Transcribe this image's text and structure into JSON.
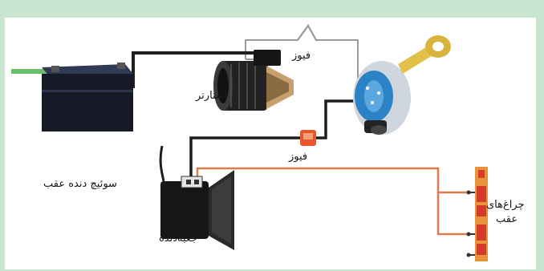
{
  "labels": {
    "fuse_top": "فیوز",
    "starter": "استارتر",
    "fuse_mid": "فیوز",
    "reverse_switch": "سوئیچ دنده عقب",
    "gearbox": "جعبه‌دنده",
    "rear_lamps_line1": "چراغ‌های",
    "rear_lamps_line2": "عقب"
  },
  "colors": {
    "background": "#c9e5cf",
    "panel": "#ffffff",
    "main_wire": "#1e1e1e",
    "lamp_wire": "#e07a4a",
    "battery": "#151a26",
    "fuse": "#e8552a",
    "lamp_red": "#d63a2c",
    "lamp_orange": "#e8923a"
  }
}
